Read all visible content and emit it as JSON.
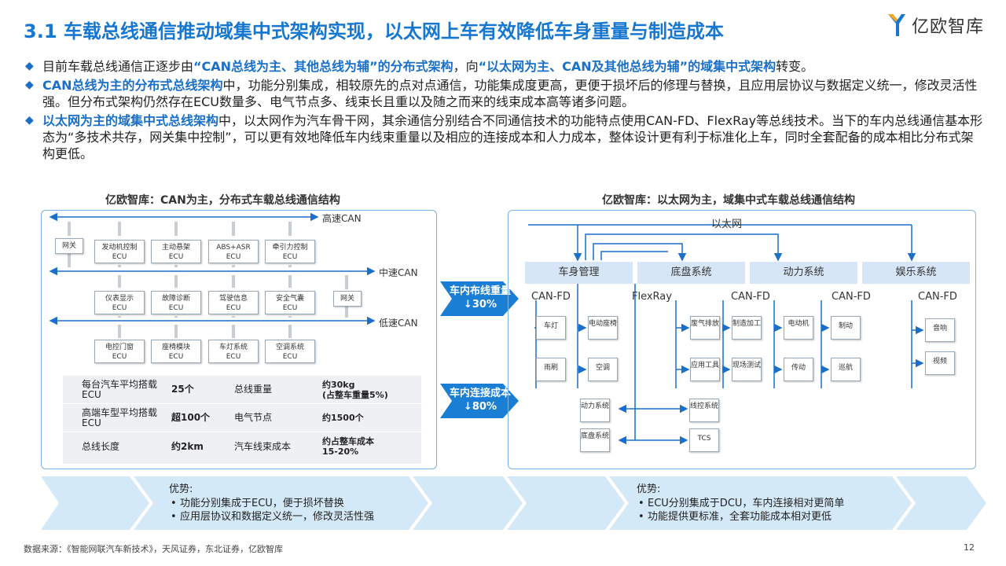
{
  "header": {
    "title": "3.1 车载总线通信推动域集中式架构实现，以太网上车有效降低车身重量与制造成本",
    "logo_text": "亿欧智库",
    "logo_colors": [
      "#f5a623",
      "#1677d0"
    ]
  },
  "bullets": [
    {
      "parts": [
        {
          "t": "目前车载总线通信正逐步由",
          "hl": false
        },
        {
          "t": "“CAN总线为主、其他总线为辅”的分布式架构",
          "hl": true
        },
        {
          "t": "，向",
          "hl": false
        },
        {
          "t": "“以太网为主、CAN及其他总线为辅”的域集中式架构",
          "hl": true
        },
        {
          "t": "转变。",
          "hl": false
        }
      ]
    },
    {
      "parts": [
        {
          "t": "CAN总线为主的分布式总线架构",
          "hl": true
        },
        {
          "t": "中，功能分别集成，相较原先的点对点通信，功能集成度更高，更便于损坏后的修理与替换，且应用层协议与数据定义统一，修改灵活性强。但分布式架构仍然存在ECU数量多、电气节点多、线束长且重以及随之而来的线束成本高等诸多问题。",
          "hl": false
        }
      ]
    },
    {
      "parts": [
        {
          "t": "以太网为主的域集中式总线架构",
          "hl": true
        },
        {
          "t": "中，以太网作为汽车骨干网，其余通信分别结合不同通信技术的功能特点使用CAN-FD、FlexRay等总线技术。当下的车内总线通信基本形态为“多技术共存，网关集中控制”，可以更有效地降低车内线束重量以及相应的连接成本和人力成本，整体设计更有利于标准化上车，同时全套配备的成本相比分布式架构更低。",
          "hl": false
        }
      ]
    }
  ],
  "left_diagram": {
    "title": "亿欧智库：CAN为主，分布式车载总线通信结构",
    "buses": {
      "high": "高速CAN",
      "mid": "中速CAN",
      "low": "低速CAN"
    },
    "gateway": "网关",
    "row1": [
      {
        "l1": "发动机控制",
        "l2": "ECU"
      },
      {
        "l1": "主动悬架",
        "l2": "ECU"
      },
      {
        "l1": "ABS+ASR",
        "l2": "ECU"
      },
      {
        "l1": "牵引力控制",
        "l2": "ECU"
      }
    ],
    "row2": [
      {
        "l1": "仪表显示",
        "l2": "ECU"
      },
      {
        "l1": "故障诊断",
        "l2": "ECU"
      },
      {
        "l1": "驾驶信息",
        "l2": "ECU"
      },
      {
        "l1": "安全气囊",
        "l2": "ECU"
      }
    ],
    "row3": [
      {
        "l1": "电控门窗",
        "l2": "ECU"
      },
      {
        "l1": "座椅模块",
        "l2": "ECU"
      },
      {
        "l1": "车灯系统",
        "l2": "ECU"
      },
      {
        "l1": "空调系统",
        "l2": "ECU"
      }
    ],
    "table": [
      {
        "a": "每台汽车平均搭载ECU",
        "b": "25个",
        "c": "总线重量",
        "d": "约30kg\n(占整车重量5%)"
      },
      {
        "a": "高端车型平均搭载ECU",
        "b": "超100个",
        "c": "电气节点",
        "d": "约1500个"
      },
      {
        "a": "总线长度",
        "b": "约2km",
        "c": "汽车线束成本",
        "d": "约占整车成本\n15-20%"
      }
    ]
  },
  "middle": {
    "arrow1": {
      "l1": "车内布线重量",
      "l2": "↓30%"
    },
    "arrow2": {
      "l1": "车内连接成本",
      "l2": "↓80%"
    }
  },
  "right_diagram": {
    "title": "亿欧智库：以太网为主，域集中式车载总线通信结构",
    "ethernet": "以太网",
    "systems": [
      "车身管理",
      "底盘系统",
      "动力系统",
      "娱乐系统"
    ],
    "protocols": [
      "CAN-FD",
      "FlexRay",
      "CAN-FD",
      "CAN-FD",
      "CAN-FD"
    ],
    "nodes_body": [
      {
        "t": "车灯"
      },
      {
        "t": "电动座椅"
      },
      {
        "t": "雨刷"
      },
      {
        "t": "空调"
      }
    ],
    "nodes_flex": [
      {
        "t": "动力系统"
      },
      {
        "t": "底盘系统"
      },
      {
        "t": "线控系统"
      },
      {
        "t": "TCS"
      }
    ],
    "nodes_chassis": [
      {
        "t": "废气排放"
      },
      {
        "t": "制造加工"
      },
      {
        "t": "应用工具"
      },
      {
        "t": "现场测试"
      }
    ],
    "nodes_power": [
      {
        "t": "电动机"
      },
      {
        "t": "制动"
      },
      {
        "t": "传动"
      },
      {
        "t": "巡航"
      }
    ],
    "nodes_ent": [
      {
        "t": "音响"
      },
      {
        "t": "视频"
      }
    ]
  },
  "advantages": {
    "left": {
      "heading": "优势:",
      "items": [
        "功能分别集成于ECU，便于损坏替换",
        "应用层协议和数据定义统一，修改灵活性强"
      ]
    },
    "right": {
      "heading": "优势:",
      "items": [
        "ECU分别集成于DCU，车内连接相对更简单",
        "功能提供更标准，全套功能成本相对更低"
      ]
    }
  },
  "footer": {
    "source": "数据来源：《智能网联汽车新技术》，天风证券，东北证券，亿欧智库",
    "page": "12"
  },
  "colors": {
    "accent": "#1677d0",
    "highlight": "#1a6fc9",
    "panel_border": "#7ab3e5",
    "system_fill": "#d6e6f6",
    "arrow_dark": "#1a7fd4",
    "chevron_light": "#d4e9f8"
  }
}
